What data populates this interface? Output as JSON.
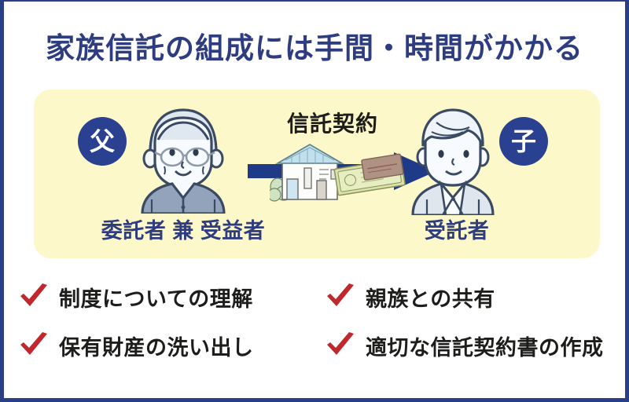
{
  "page": {
    "title": "家族信託の組成には手間・時間がかかる",
    "frame_color": "#2b3f86",
    "background": "#ffffff"
  },
  "diagram": {
    "panel_color": "#fcf8c9",
    "badge_color": "#2a4191",
    "arrow_color": "#1f3a87",
    "label_color": "#2e3d80",
    "left": {
      "badge": "父",
      "person_icon": "elderly-man-icon",
      "role_label": "委託者 兼 受益者"
    },
    "center": {
      "caption": "信託契約",
      "arrow_icon": "right-arrow-icon",
      "assets_icon": "house-and-cash-icon"
    },
    "right": {
      "badge": "子",
      "person_icon": "young-man-icon",
      "role_label": "受託者"
    }
  },
  "checklist": {
    "check_color": "#c0282d",
    "text_color": "#1d1d1b",
    "items": [
      {
        "label": "制度についての理解"
      },
      {
        "label": "親族との共有"
      },
      {
        "label": "保有財産の洗い出し"
      },
      {
        "label": "適切な信託契約書の作成"
      }
    ]
  }
}
